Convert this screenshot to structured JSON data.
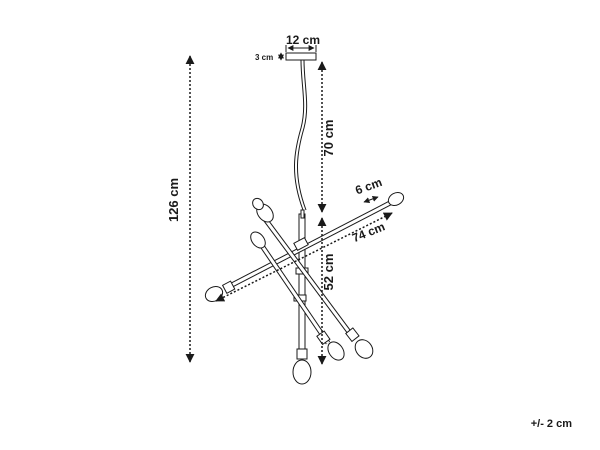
{
  "dimensions": {
    "canopy_width": "12 cm",
    "canopy_height": "3 cm",
    "cable_length": "70 cm",
    "total_height": "126 cm",
    "socket_length": "6 cm",
    "arm_span": "74 cm",
    "body_height": "52 cm"
  },
  "tolerance": "+/- 2 cm"
}
